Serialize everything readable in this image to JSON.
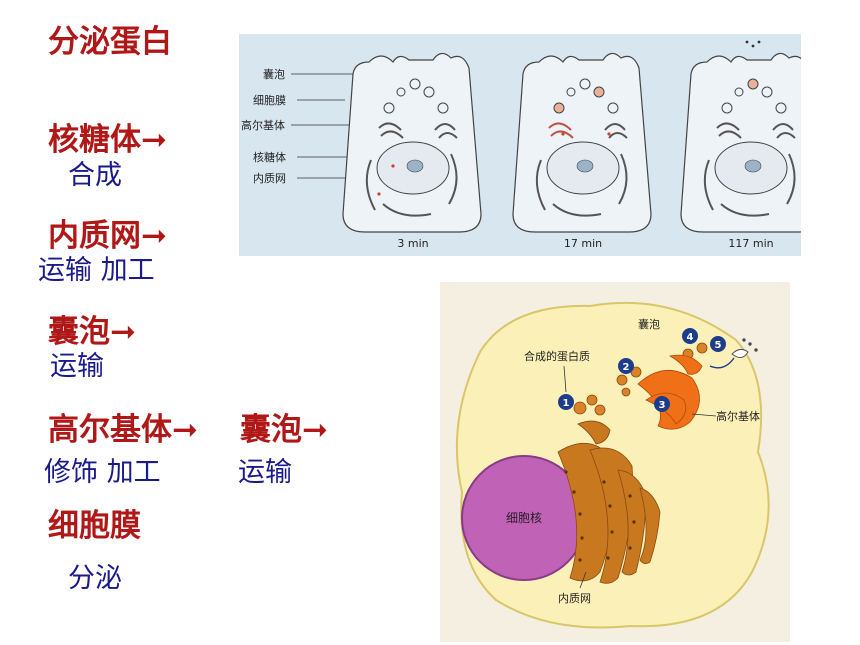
{
  "left_steps": {
    "title": "分泌蛋白",
    "ribosome": {
      "name": "核糖体",
      "arrow": "➞",
      "action": "合成"
    },
    "er": {
      "name": "内质网",
      "arrow": "➞",
      "action": "运输 加工"
    },
    "vesicle1": {
      "name": "囊泡",
      "arrow": "➞",
      "action": "运输"
    },
    "golgi": {
      "name": "高尔基体",
      "arrow": "➞",
      "action": "修饰 加工"
    },
    "vesicle2": {
      "name": "囊泡",
      "arrow": "➞",
      "action": "运输"
    },
    "membrane": {
      "name": "细胞膜",
      "action": "分泌"
    }
  },
  "top_figure": {
    "labels": [
      "囊泡",
      "细胞膜",
      "高尔基体",
      "核糖体",
      "内质网"
    ],
    "times": [
      "3 min",
      "17 min",
      "117 min"
    ],
    "background": "#d8e6f0"
  },
  "bottom_figure": {
    "labels": {
      "vesicle": "囊泡",
      "synth": "合成的蛋白质",
      "golgi": "高尔基体",
      "nucleus": "细胞核",
      "er": "内质网"
    },
    "steps": [
      "1",
      "2",
      "3",
      "4",
      "5"
    ],
    "colors": {
      "background": "#f4efe0",
      "cytoplasm": "#fbf1b8",
      "nucleus": "#c063b6",
      "er": "#c8781e",
      "golgi": "#f07018",
      "step_circle": "#1e3c8c"
    }
  }
}
